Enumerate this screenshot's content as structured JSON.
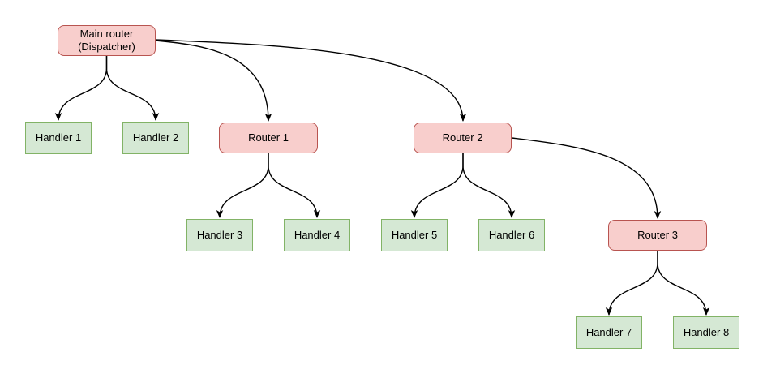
{
  "diagram": {
    "background": "#ffffff",
    "colors": {
      "background": "#ffffff",
      "router_fill": "#f8cecc",
      "router_stroke": "#b85450",
      "handler_fill": "#d5e8d4",
      "handler_stroke": "#82b366",
      "edge_stroke": "#000000",
      "text": "#000000"
    },
    "nodes": [
      {
        "id": "main-router",
        "kind": "router",
        "label": "Main router\n(Dispatcher)"
      },
      {
        "id": "handler-1",
        "kind": "handler",
        "label": "Handler 1"
      },
      {
        "id": "handler-2",
        "kind": "handler",
        "label": "Handler 2"
      },
      {
        "id": "router-1",
        "kind": "router",
        "label": "Router 1"
      },
      {
        "id": "router-2",
        "kind": "router",
        "label": "Router 2"
      },
      {
        "id": "handler-3",
        "kind": "handler",
        "label": "Handler 3"
      },
      {
        "id": "handler-4",
        "kind": "handler",
        "label": "Handler 4"
      },
      {
        "id": "handler-5",
        "kind": "handler",
        "label": "Handler 5"
      },
      {
        "id": "handler-6",
        "kind": "handler",
        "label": "Handler 6"
      },
      {
        "id": "router-3",
        "kind": "router",
        "label": "Router 3"
      },
      {
        "id": "handler-7",
        "kind": "handler",
        "label": "Handler 7"
      },
      {
        "id": "handler-8",
        "kind": "handler",
        "label": "Handler 8"
      }
    ],
    "edges": [
      {
        "from": "main-router",
        "to": "handler-1"
      },
      {
        "from": "main-router",
        "to": "handler-2"
      },
      {
        "from": "main-router",
        "to": "router-1"
      },
      {
        "from": "main-router",
        "to": "router-2"
      },
      {
        "from": "router-1",
        "to": "handler-3"
      },
      {
        "from": "router-1",
        "to": "handler-4"
      },
      {
        "from": "router-2",
        "to": "handler-5"
      },
      {
        "from": "router-2",
        "to": "handler-6"
      },
      {
        "from": "router-2",
        "to": "router-3"
      },
      {
        "from": "router-3",
        "to": "handler-7"
      },
      {
        "from": "router-3",
        "to": "handler-8"
      }
    ]
  }
}
